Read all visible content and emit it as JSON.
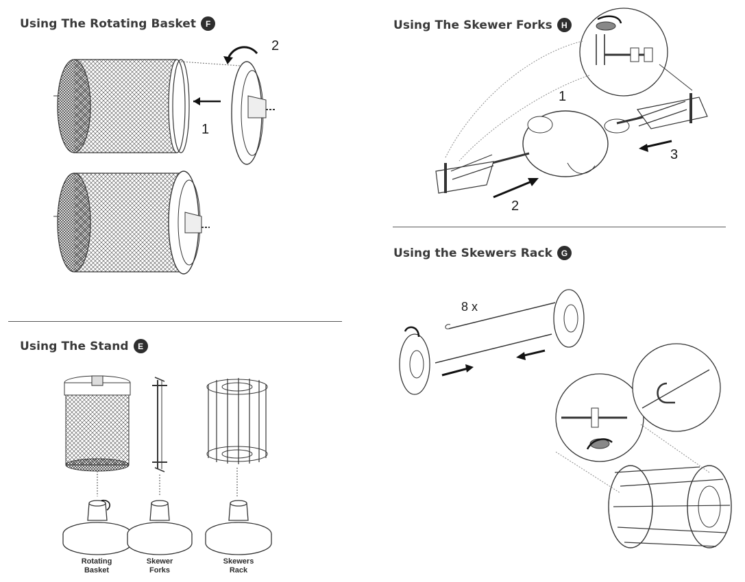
{
  "sections": {
    "basket": {
      "title": "Using The Rotating Basket",
      "badge": "F",
      "steps": [
        "1",
        "2"
      ]
    },
    "forks": {
      "title": "Using The Skewer Forks",
      "badge": "H",
      "steps": [
        "1",
        "2",
        "3"
      ]
    },
    "rack": {
      "title": "Using the Skewers Rack",
      "badge": "G",
      "count_label": "8 x"
    },
    "stand": {
      "title": "Using The Stand",
      "badge": "E",
      "captions": [
        "Rotating\nBasket",
        "Skewer\nForks",
        "Skewers\nRack"
      ]
    }
  }
}
